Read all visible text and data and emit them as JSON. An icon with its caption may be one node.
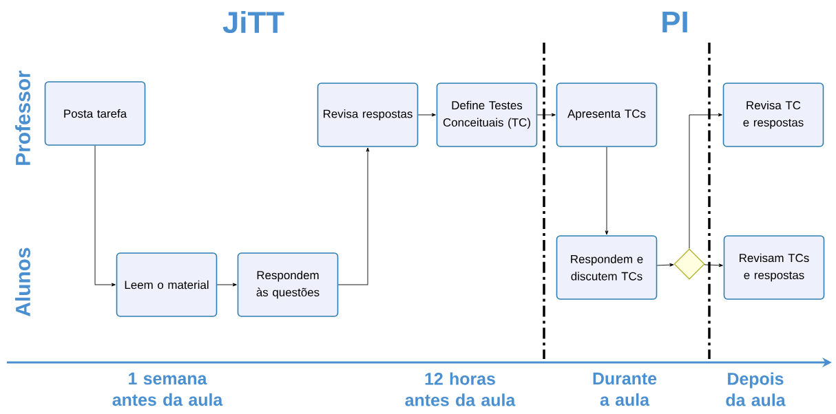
{
  "diagram": {
    "nodes": [
      {
        "text": [
          "Posta tarefa"
        ]
      },
      {
        "text": [
          "Leem o material"
        ]
      },
      {
        "text": [
          "Respondem às questões"
        ]
      },
      {
        "text": [
          "Revisa respostas"
        ]
      },
      {
        "text": [
          "Define Testes Conceituais (TC)"
        ]
      },
      {
        "text": [
          "Apresenta TCs"
        ]
      },
      {
        "text": [
          "Respondem e discutem TCs"
        ]
      },
      {
        "text": [],
        "shape": "diamond"
      },
      {
        "text": [
          "Revisa TC e respostas"
        ]
      },
      {
        "text": [
          "Revisam TCs e respostas"
        ]
      }
    ],
    "edges": [
      {
        "from": 0,
        "to": 1,
        "arrow": "to"
      },
      {
        "from": 1,
        "to": 2,
        "arrow": "to"
      },
      {
        "from": 2,
        "to": 3,
        "arrow": "to"
      },
      {
        "from": 3,
        "to": 4,
        "arrow": "to"
      },
      {
        "from": 4,
        "to": 5,
        "arrow": "to"
      },
      {
        "from": 5,
        "to": 6,
        "arrow": "to"
      },
      {
        "from": 6,
        "to": 7,
        "arrow": "to"
      },
      {
        "from": 7,
        "to": 8,
        "arrow": "to"
      },
      {
        "from": 7,
        "to": 9,
        "arrow": "to"
      }
    ],
    "labels": [
      "JiTT",
      "PI",
      "Professor",
      "Alunos",
      "1 semana antes da aula",
      "12 horas antes da aula",
      "Durante a aula",
      "Depois da aula"
    ]
  }
}
